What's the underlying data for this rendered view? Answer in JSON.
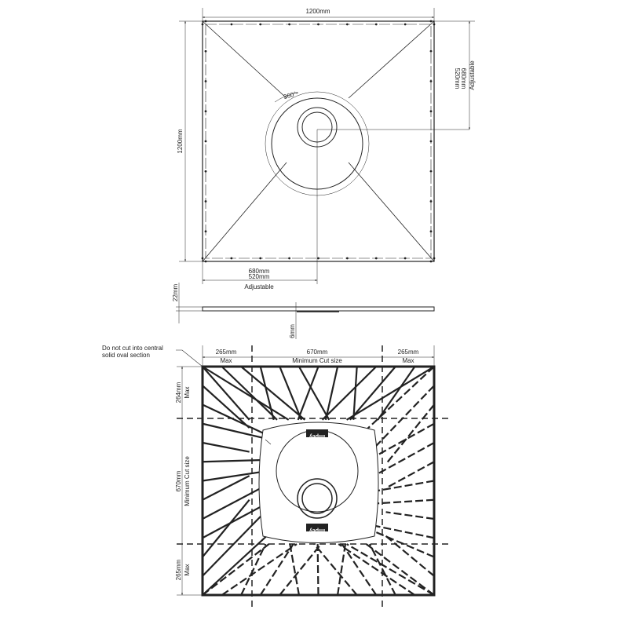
{
  "plan_view": {
    "width_label": "1200mm",
    "height_label": "1200mm",
    "rotation_label": "360°",
    "right_dim_top": "680mm",
    "right_dim_bottom": "520mm",
    "right_dim_note": "Adjustable",
    "bottom_dim_top": "680mm",
    "bottom_dim_bottom": "520mm",
    "bottom_dim_note": "Adjustable"
  },
  "side_view": {
    "thickness_label": "22mm",
    "fall_label": "6mm"
  },
  "cut_view": {
    "note_line1": "Do not cut into central",
    "note_line2": "solid oval section",
    "top_left_dim": "265mm",
    "top_left_note": "Max",
    "top_center_dim": "670mm",
    "top_center_note": "Minimum Cut size",
    "top_right_dim": "265mm",
    "top_right_note": "Max",
    "left_top_dim": "264mm",
    "left_top_note": "Max",
    "left_center_dim": "670mm",
    "left_center_note": "Minimum Cut size",
    "left_bottom_dim": "265mm",
    "left_bottom_note": "Max",
    "logo_text": "Impey"
  }
}
